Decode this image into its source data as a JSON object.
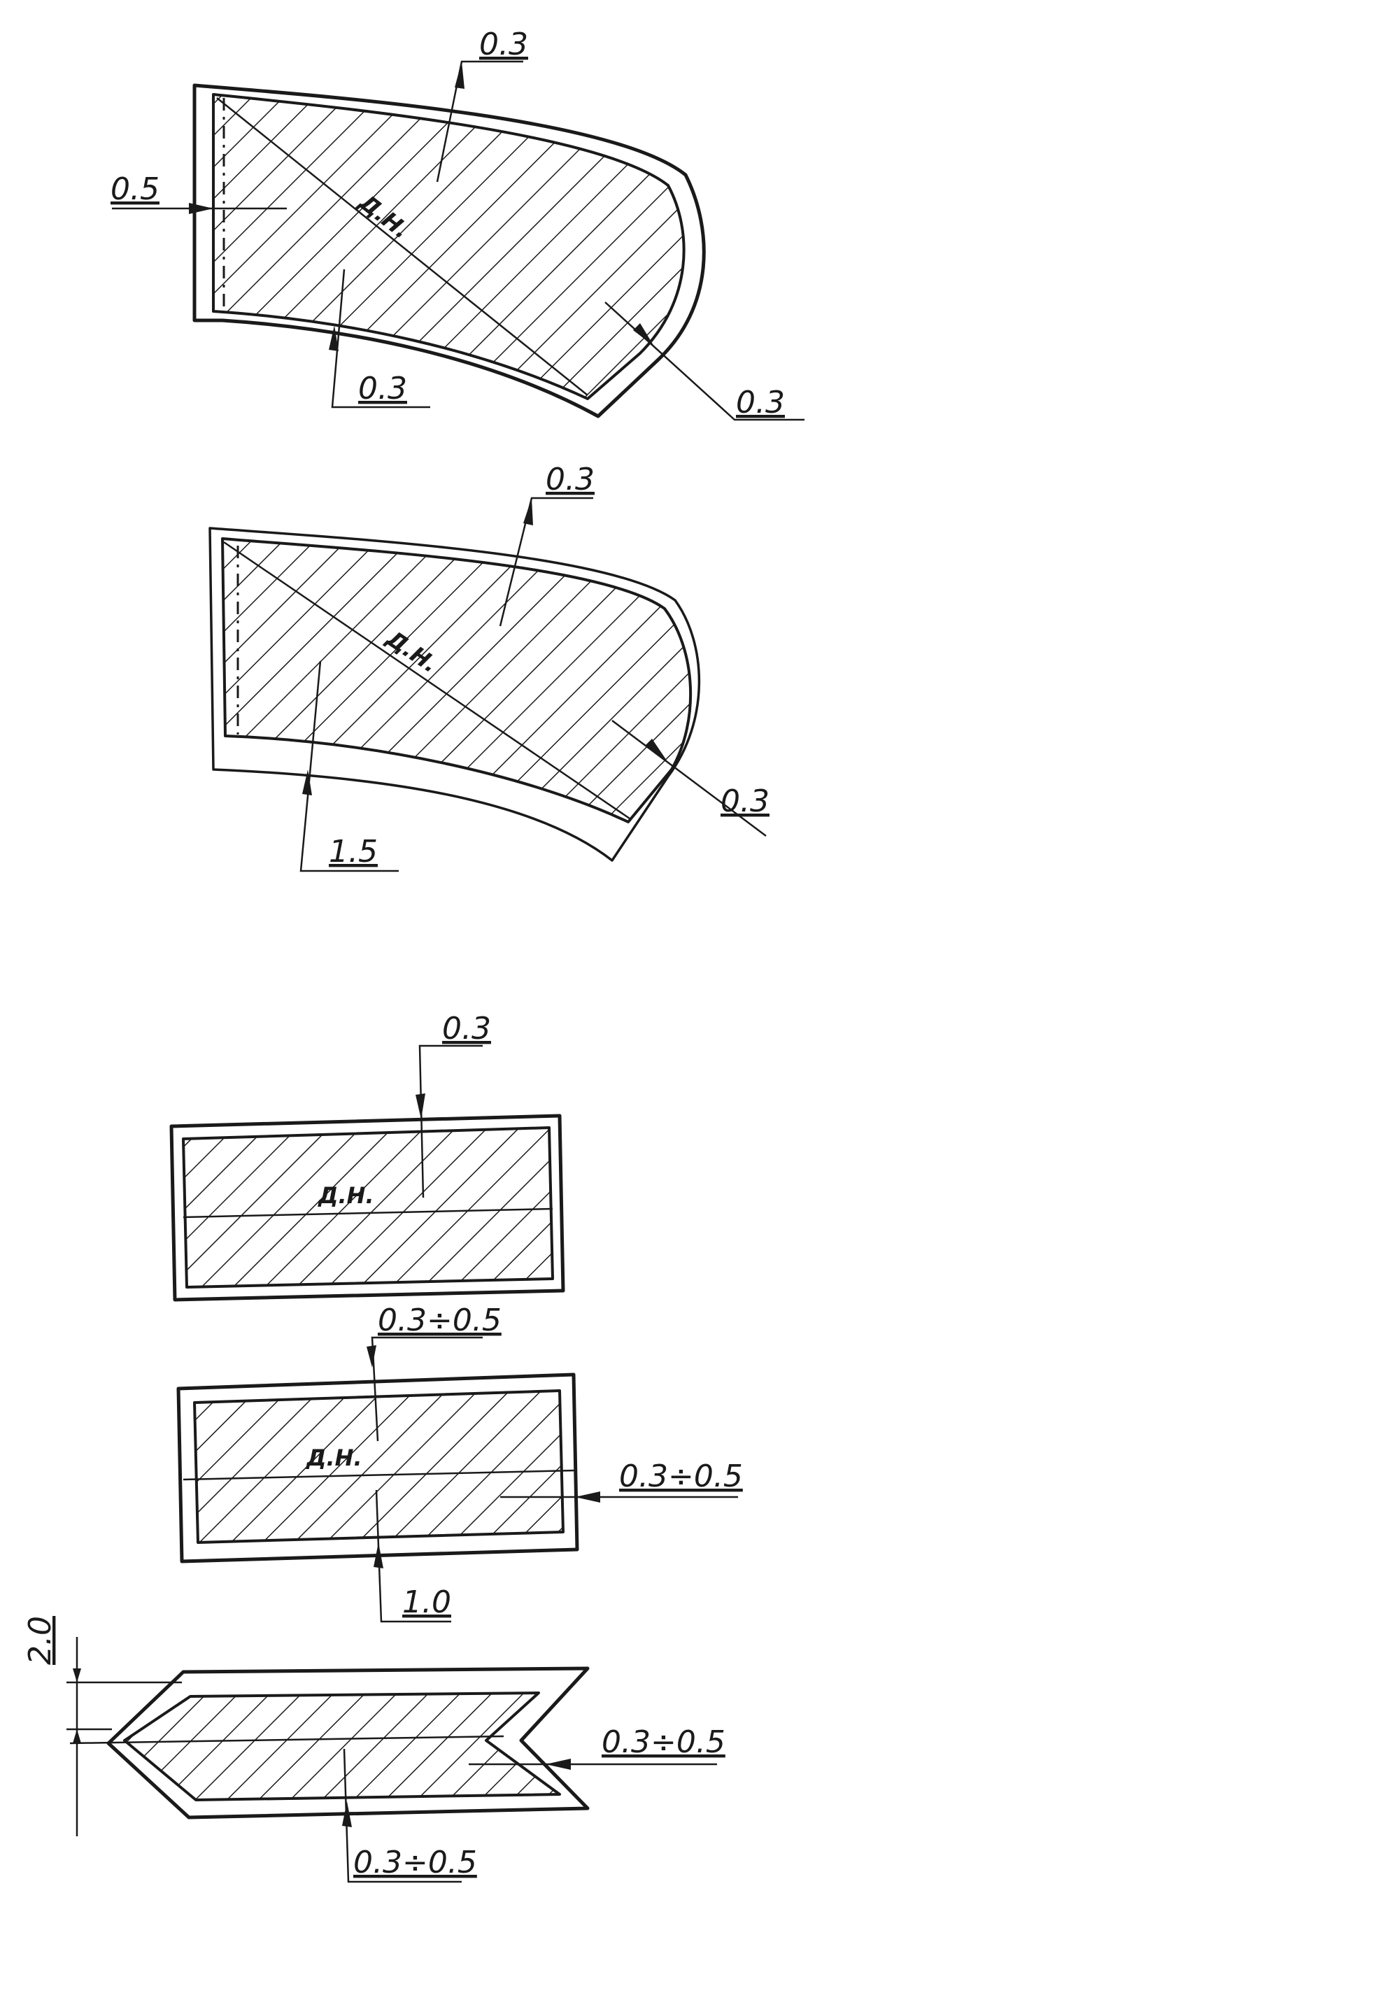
{
  "figure1": {
    "dim_top": "0.3",
    "dim_left": "0.5",
    "dim_bottom": "0.3",
    "dim_right": "0.3",
    "part_mark": "Д.Н."
  },
  "figure2": {
    "dim_top": "0.3",
    "dim_bottom": "1.5",
    "dim_right": "0.3",
    "part_mark": "Д.Н."
  },
  "figure3": {
    "dim_top": "0.3",
    "part_mark": "Д.Н."
  },
  "figure4": {
    "dim_top": "0.3÷0.5",
    "dim_right": "0.3÷0.5",
    "dim_bottom": "1.0",
    "part_mark": "Д.Н."
  },
  "figure5": {
    "dim_left": "2.0",
    "dim_right": "0.3÷0.5",
    "dim_bottom": "0.3÷0.5"
  },
  "colors": {
    "ink": "#1a1a1a",
    "paper": "#ffffff"
  }
}
